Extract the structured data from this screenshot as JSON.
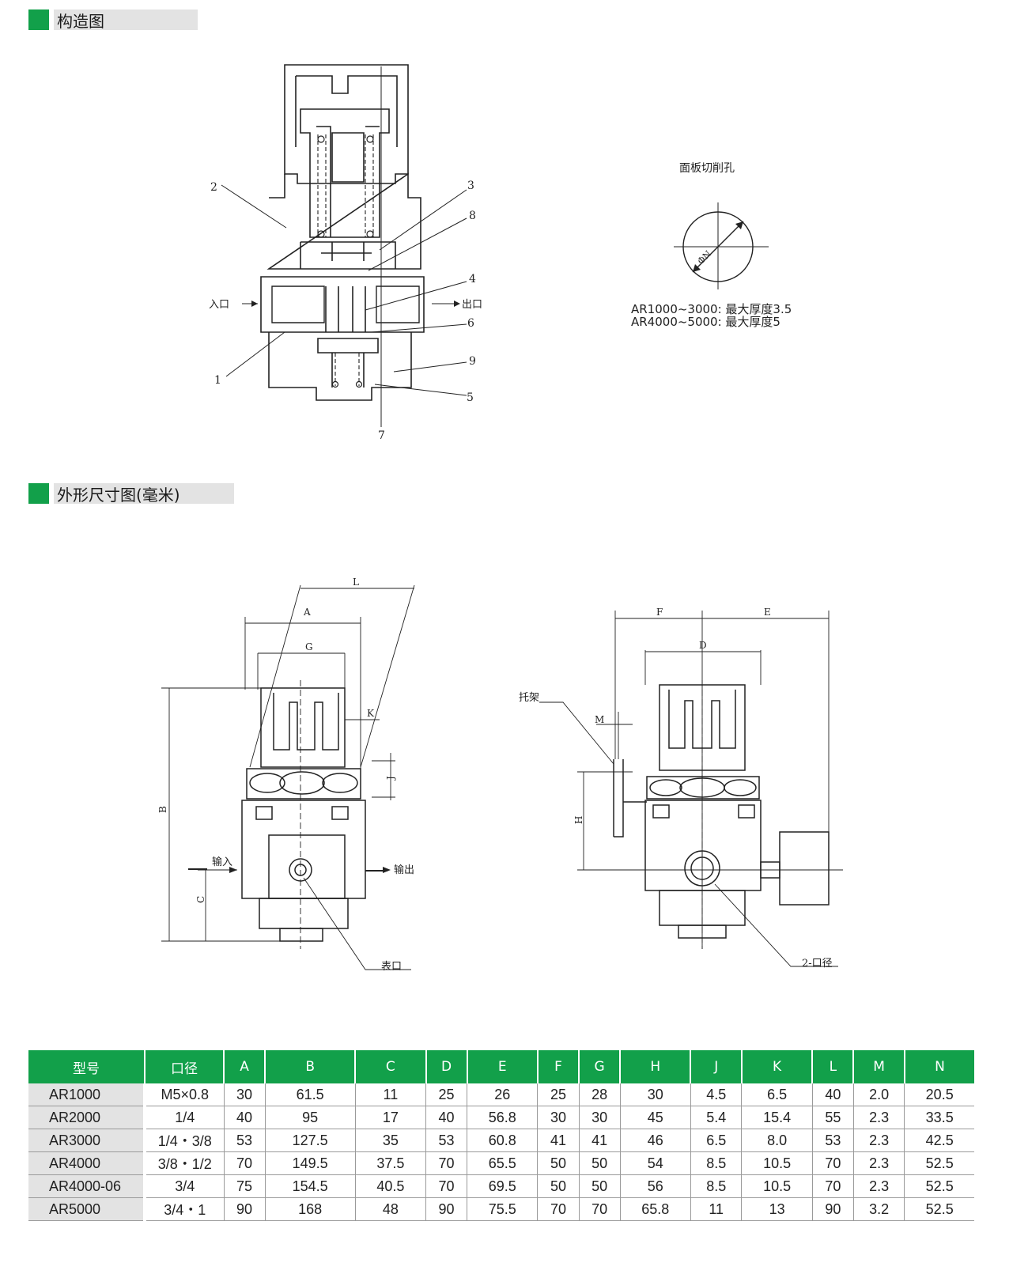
{
  "sections": {
    "structure_title": "构造图",
    "dimension_title": "外形尺寸图(毫米)"
  },
  "structure": {
    "callouts": [
      "2",
      "3",
      "8",
      "4",
      "6",
      "9",
      "5",
      "7",
      "1"
    ],
    "inlet": "入口",
    "outlet": "出口"
  },
  "panel_cutout": {
    "title": "面板切削孔",
    "diameter_label": "ΦN",
    "note_1": "AR1000~3000: 最大厚度3.5",
    "note_2": "AR4000~5000: 最大厚度5"
  },
  "dimension": {
    "letters": {
      "L": "L",
      "A": "A",
      "G": "G",
      "K": "K",
      "J": "J",
      "B": "B",
      "C": "C",
      "F": "F",
      "E": "E",
      "D": "D",
      "M": "M",
      "H": "H"
    },
    "input": "输入",
    "output": "输出",
    "gauge_port": "表口",
    "bracket": "托架",
    "port_size": "2-口径"
  },
  "table": {
    "headers": [
      "型号",
      "口径",
      "A",
      "B",
      "C",
      "D",
      "E",
      "F",
      "G",
      "H",
      "J",
      "K",
      "L",
      "M",
      "N"
    ],
    "rows": [
      [
        "AR1000",
        "M5×0.8",
        "30",
        "61.5",
        "11",
        "25",
        "26",
        "25",
        "28",
        "30",
        "4.5",
        "6.5",
        "40",
        "2.0",
        "20.5"
      ],
      [
        "AR2000",
        "1/4",
        "40",
        "95",
        "17",
        "40",
        "56.8",
        "30",
        "30",
        "45",
        "5.4",
        "15.4",
        "55",
        "2.3",
        "33.5"
      ],
      [
        "AR3000",
        "1/4・3/8",
        "53",
        "127.5",
        "35",
        "53",
        "60.8",
        "41",
        "41",
        "46",
        "6.5",
        "8.0",
        "53",
        "2.3",
        "42.5"
      ],
      [
        "AR4000",
        "3/8・1/2",
        "70",
        "149.5",
        "37.5",
        "70",
        "65.5",
        "50",
        "50",
        "54",
        "8.5",
        "10.5",
        "70",
        "2.3",
        "52.5"
      ],
      [
        "AR4000-06",
        "3/4",
        "75",
        "154.5",
        "40.5",
        "70",
        "69.5",
        "50",
        "50",
        "56",
        "8.5",
        "10.5",
        "70",
        "2.3",
        "52.5"
      ],
      [
        "AR5000",
        "3/4・1",
        "90",
        "168",
        "48",
        "90",
        "75.5",
        "70",
        "70",
        "65.8",
        "11",
        "13",
        "90",
        "3.2",
        "52.5"
      ]
    ]
  }
}
